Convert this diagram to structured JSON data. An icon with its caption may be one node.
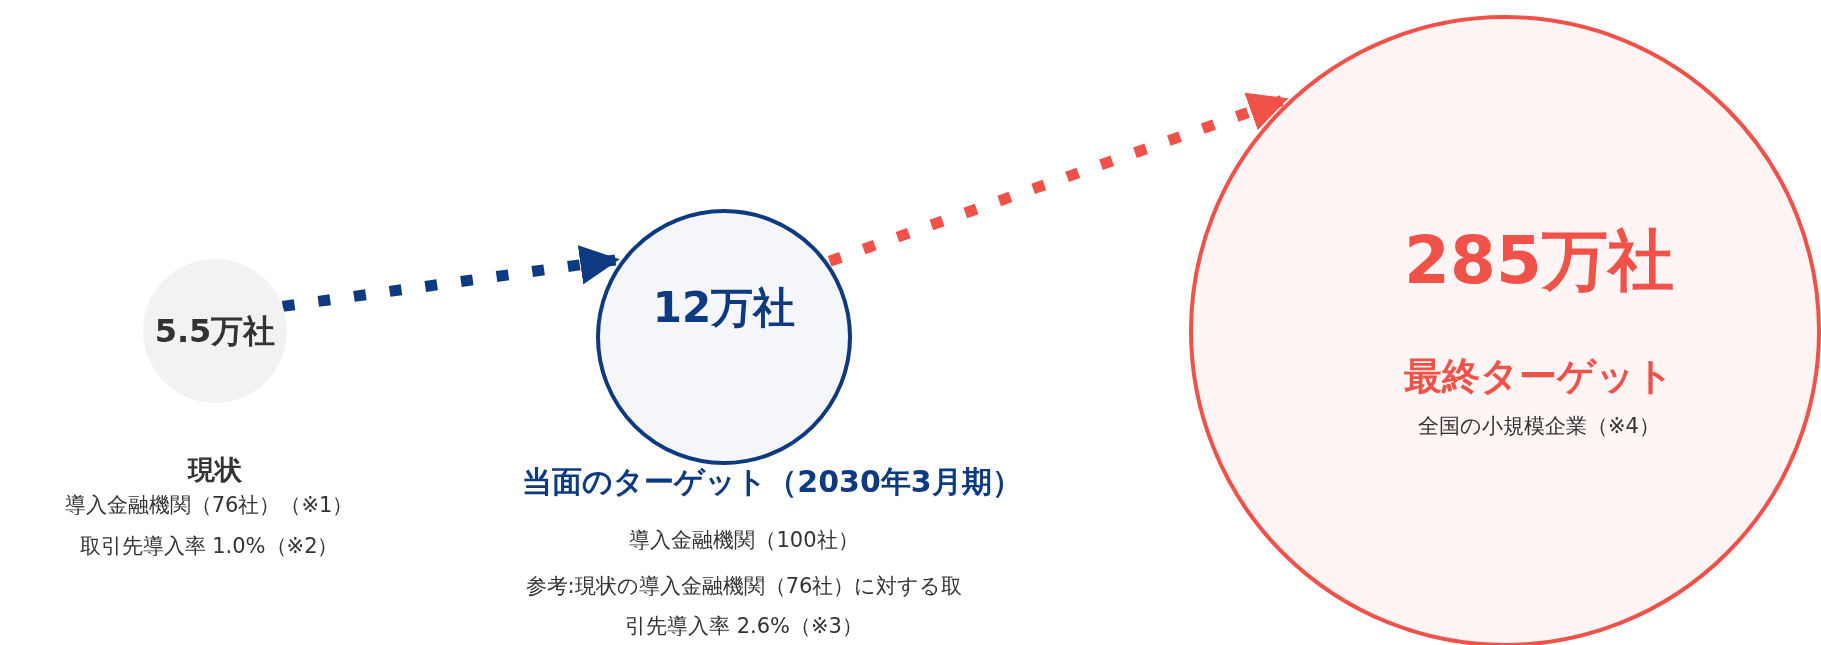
{
  "diagram": {
    "nodes": [
      {
        "text": [
          "5.5万社",
          "現状",
          "導入金融機関（76社）（※1）",
          "取引先導入率 1.0%（※2）"
        ]
      },
      {
        "text": [
          "12万社",
          "当面のターゲット（2030年3月期）",
          "導入金融機関（100社）",
          "参考:現状の導入金融機関（76社）に対する取引先導入率 2.6%（※3）"
        ]
      },
      {
        "text": [
          "285万社",
          "最終ターゲット",
          "全国の小規模企業（※4）"
        ]
      }
    ],
    "edges": [
      {
        "from": 0,
        "to": 1,
        "arrow": "to",
        "style": "dashed",
        "color": "#0d3a80"
      },
      {
        "from": 1,
        "to": 2,
        "arrow": "to",
        "style": "dashed",
        "color": "#f0524a"
      }
    ]
  }
}
